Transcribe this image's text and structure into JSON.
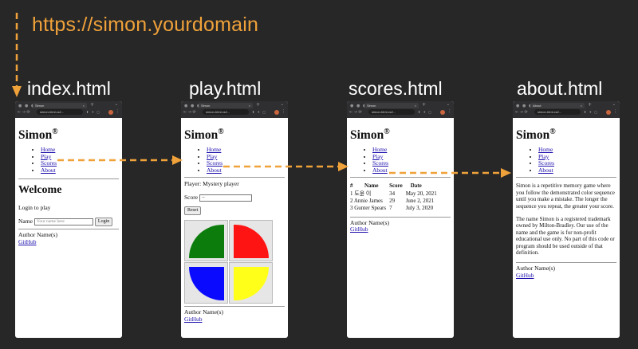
{
  "url": "https://simon.yourdomain",
  "colors": {
    "accent": "#f0a23a",
    "background": "#272727"
  },
  "labels": [
    "index.html",
    "play.html",
    "scores.html",
    "about.html"
  ],
  "browser": {
    "tab_title": "Simon",
    "tab_title_about": "About",
    "address": "simon-html.cs2...",
    "address_about": "simon-html.cs2..."
  },
  "site": {
    "title": "Simon",
    "reg": "®",
    "nav": [
      "Home",
      "Play",
      "Scores",
      "About"
    ],
    "author": "Author Name(s)",
    "github": "GitHub"
  },
  "index": {
    "heading": "Welcome",
    "login_prompt": "Login to play",
    "name_label": "Name",
    "name_placeholder": "Your name here",
    "login_button": "Login"
  },
  "play": {
    "player": "Player: Mystery player",
    "score_label": "Score",
    "score_value": "--",
    "reset_button": "Reset",
    "colors": [
      "green",
      "red",
      "blue",
      "yellow"
    ]
  },
  "scores": {
    "headers": [
      "#",
      "Name",
      "Score",
      "Date"
    ],
    "rows": [
      [
        "1",
        "도윤 이",
        "34",
        "May 20, 2021"
      ],
      [
        "2",
        "Annie James",
        "29",
        "June 2, 2021"
      ],
      [
        "3",
        "Gunter Spears",
        "7",
        "July 3, 2020"
      ]
    ]
  },
  "about": {
    "p1": "Simon is a repetitive memory game where you follow the demonstrated color sequence until you make a mistake. The longer the sequence you repeat, the greater your score.",
    "p2": "The name Simon is a registered trademark owned by Milton-Bradley. Our use of the name and the game is for non-profit educational use only. No part of this code or program should be used outside of that definition."
  }
}
